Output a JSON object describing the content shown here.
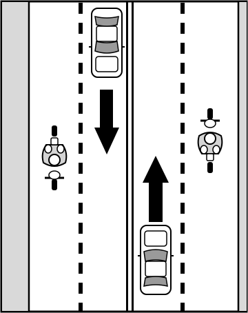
{
  "diagram": {
    "kind": "two-way road, top-down view",
    "colors": {
      "road": "#ffffff",
      "shoulder": "#d9d9d9",
      "outline": "#000000",
      "vehicle_body": "#ffffff",
      "vehicle_detail": "#9a9a9a",
      "rider": "#d4d4d4"
    },
    "lanes": [
      {
        "id": "southbound-left",
        "direction": "down"
      },
      {
        "id": "southbound-right",
        "direction": "down"
      },
      {
        "id": "northbound-left",
        "direction": "up"
      },
      {
        "id": "northbound-right",
        "direction": "up"
      }
    ],
    "center_line": "double solid",
    "lane_divider": "dashed",
    "vehicles": [
      {
        "type": "car",
        "lane": "southbound-right",
        "heading": "down"
      },
      {
        "type": "motorcycle",
        "lane": "southbound-left",
        "heading": "down"
      },
      {
        "type": "car",
        "lane": "northbound-left",
        "heading": "up"
      },
      {
        "type": "motorcycle",
        "lane": "northbound-right",
        "heading": "up"
      }
    ],
    "arrows": [
      {
        "direction": "down",
        "lane": "southbound-right"
      },
      {
        "direction": "up",
        "lane": "northbound-left"
      }
    ]
  }
}
